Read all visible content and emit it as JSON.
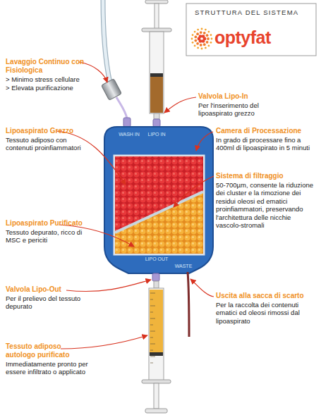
{
  "diagram": {
    "title": "STRUTTURA DEL SISTEMA",
    "nodes": [
      {
        "text": [
          "WASH IN",
          "LIPO IN",
          "LIPO OUT",
          "WASTE"
        ]
      }
    ],
    "labels": [
      "optyfat",
      "Lavaggio Continuo con Fisiologica",
      "> Minimo stress cellulare",
      "> Elevata purificazione",
      "Valvola Lipo-In",
      "Per l'inserimento del lipoaspirato grezzo",
      "Lipoaspirato Grezzo",
      "Tessuto adiposo con contenuti proinfiammatori",
      "Camera di Processazione",
      "In grado di processare fino a 400ml di lipoaspirato in 5 minuti",
      "Sistema di filtraggio",
      "50-700µm, consente la riduzione dei cluster e la rimozione dei residui oleosi ed ematici proinfiammatori, preservando l'architettura delle nicchie vascolo-stromali",
      "Lipoaspirato Purificato",
      "Tessuto depurato, ricco di MSC e periciti",
      "Valvola Lipo-Out",
      "Per il prelievo del tessuto depurato",
      "Uscita alla sacca di scarto",
      "Per la raccolta dei contenuti ematici ed oleosi rimossi dal lipoaspirato",
      "Tessuto adiposo autologo purificato",
      "Immediatamente pronto per essere infiltrato o applicato"
    ]
  }
}
